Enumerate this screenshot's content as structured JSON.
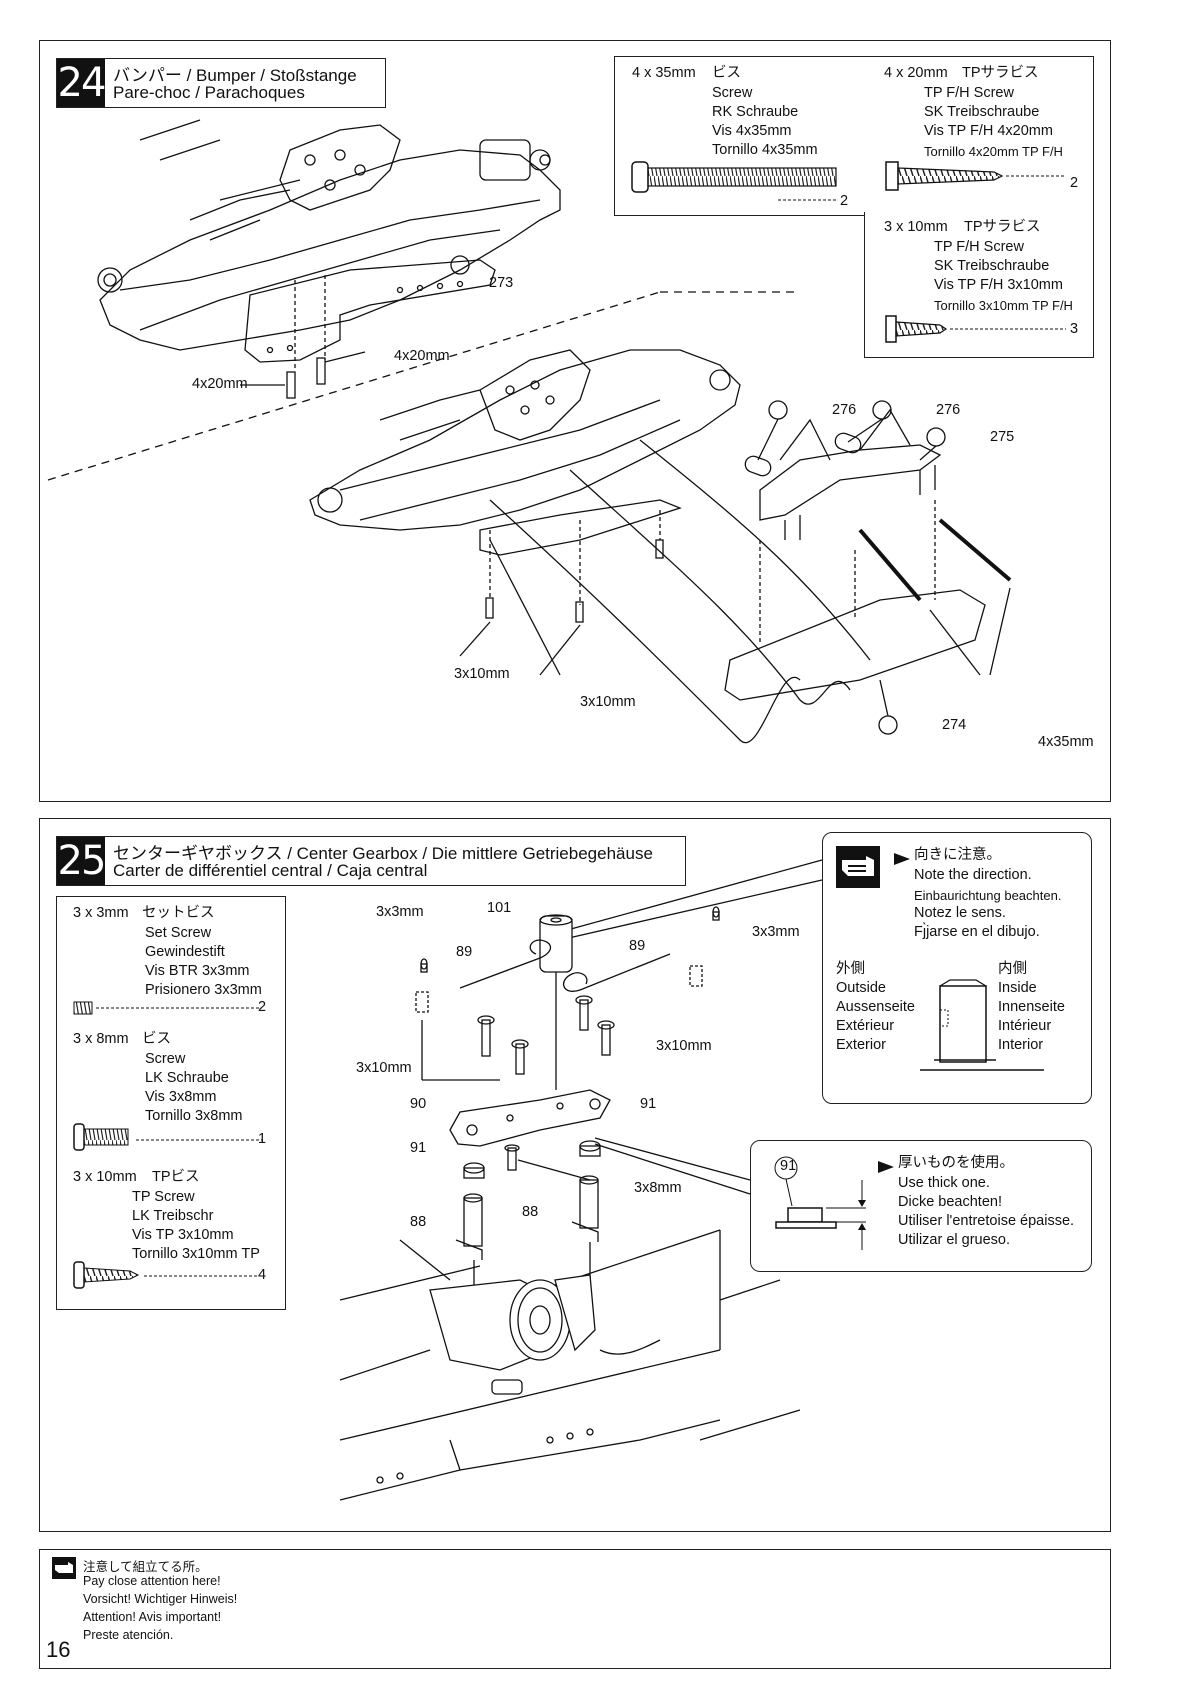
{
  "step24": {
    "number": "24",
    "title_line1": "バンパー / Bumper / Stoßstange",
    "title_line2": "Pare-choc / Parachoques",
    "screw_a": {
      "size": "4 x 35mm",
      "names": [
        "ビス",
        "Screw",
        "RK Schraube",
        "Vis 4x35mm",
        "Tornillo 4x35mm"
      ],
      "qty": "2"
    },
    "screw_b": {
      "size": "4 x 20mm",
      "names": [
        "TPサラビス",
        "TP F/H Screw",
        "SK Treibschraube",
        "Vis TP F/H 4x20mm",
        "Tornillo 4x20mm TP F/H"
      ],
      "qty": "2"
    },
    "screw_c": {
      "size": "3 x 10mm",
      "names": [
        "TPサラビス",
        "TP F/H Screw",
        "SK Treibschraube",
        "Vis TP F/H 3x10mm",
        "Tornillo 3x10mm TP F/H"
      ],
      "qty": "3"
    },
    "callouts": {
      "p273": "273",
      "p276a": "276",
      "p276b": "276",
      "p275": "275",
      "p274": "274",
      "len_4x20_a": "4x20mm",
      "len_4x20_b": "4x20mm",
      "len_3x10_a": "3x10mm",
      "len_3x10_b": "3x10mm",
      "len_4x35": "4x35mm"
    }
  },
  "step25": {
    "number": "25",
    "title_line1": "センターギヤボックス / Center Gearbox / Die mittlere Getriebegehäuse",
    "title_line2": "Carter de différentiel central / Caja central",
    "screws": [
      {
        "size": "3 x 3mm",
        "names": [
          "セットビス",
          "Set Screw",
          "Gewindestift",
          "Vis BTR 3x3mm",
          "Prisionero 3x3mm"
        ],
        "qty": "2"
      },
      {
        "size": "3 x 8mm",
        "names": [
          "ビス",
          "Screw",
          "LK Schraube",
          "Vis 3x8mm",
          "Tornillo 3x8mm"
        ],
        "qty": "1"
      },
      {
        "size": "3 x 10mm",
        "names": [
          "TPビス",
          "TP Screw",
          "LK Treibschr",
          "Vis TP 3x10mm",
          "Tornillo 3x10mm TP"
        ],
        "qty": "4"
      }
    ],
    "direction_note": [
      "向きに注意。",
      "Note the direction.",
      "Einbaurichtung beachten.",
      "Notez le sens.",
      "Fȷ̀jarse en el dibujo."
    ],
    "outside_labels": [
      "外側",
      "Outside",
      "Aussenseite",
      "Extérieur",
      "Exterior"
    ],
    "inside_labels": [
      "内側",
      "Inside",
      "Innenseite",
      "Intérieur",
      "Interior"
    ],
    "thick_note": [
      "厚いものを使用。",
      "Use thick one.",
      "Dicke beachten!",
      "Utiliser l'entretoise épaisse.",
      "Utilizar el grueso."
    ],
    "callouts": {
      "p101": "101",
      "p89a": "89",
      "p89b": "89",
      "p90": "90",
      "p91a": "91",
      "p91b": "91",
      "p91c": "91",
      "p88a": "88",
      "p88b": "88",
      "len_3x3_a": "3x3mm",
      "len_3x3_b": "3x3mm",
      "len_3x10_a": "3x10mm",
      "len_3x10_b": "3x10mm",
      "len_3x8": "3x8mm"
    }
  },
  "footer_note": [
    "注意して組立てる所。",
    "Pay close attention here!",
    "Vorsicht!  Wichtiger Hinweis!",
    "Attention! Avis important!",
    "Preste atención."
  ],
  "page_number": "16"
}
